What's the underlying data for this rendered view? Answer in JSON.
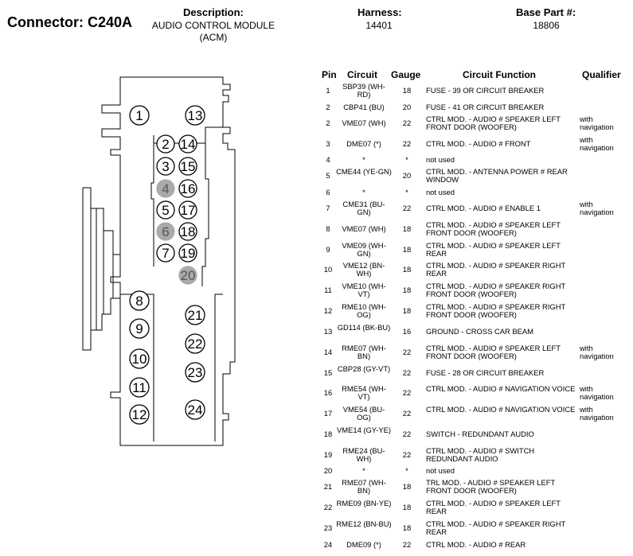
{
  "header": {
    "connector_label": "Connector:",
    "connector_value": "C240A",
    "description_label": "Description:",
    "description_value_line1": "AUDIO CONTROL MODULE",
    "description_value_line2": "(ACM)",
    "harness_label": "Harness:",
    "harness_value": "14401",
    "base_part_label": "Base Part #:",
    "base_part_value": "18806"
  },
  "diagram": {
    "pins": [
      "1",
      "2",
      "3",
      "4",
      "5",
      "6",
      "7",
      "8",
      "9",
      "10",
      "11",
      "12",
      "13",
      "14",
      "15",
      "16",
      "17",
      "18",
      "19",
      "20",
      "21",
      "22",
      "23",
      "24"
    ],
    "shaded_pins": [
      "4",
      "6",
      "20"
    ]
  },
  "table": {
    "headers": {
      "pin": "Pin",
      "circuit": "Circuit",
      "gauge": "Gauge",
      "function": "Circuit Function",
      "qualifier": "Qualifier"
    },
    "rows": [
      {
        "pin": "1",
        "circuit": "SBP39 (WH-RD)",
        "gauge": "18",
        "function": "FUSE - 39 OR CIRCUIT BREAKER",
        "qualifier": ""
      },
      {
        "pin": "2",
        "circuit": "CBP41 (BU)",
        "gauge": "20",
        "function": "FUSE - 41 OR CIRCUIT BREAKER",
        "qualifier": ""
      },
      {
        "pin": "2",
        "circuit": "VME07 (WH)",
        "gauge": "22",
        "function": "CTRL MOD. - AUDIO # SPEAKER LEFT FRONT DOOR (WOOFER)",
        "qualifier": "with navigation"
      },
      {
        "pin": "3",
        "circuit": "DME07 (*)",
        "gauge": "22",
        "function": "CTRL MOD. - AUDIO # FRONT",
        "qualifier": "with navigation"
      },
      {
        "pin": "4",
        "circuit": "*",
        "gauge": "*",
        "function": "not used",
        "qualifier": ""
      },
      {
        "pin": "5",
        "circuit": "CME44 (YE-GN)",
        "gauge": "20",
        "function": "CTRL MOD. - ANTENNA POWER # REAR WINDOW",
        "qualifier": ""
      },
      {
        "pin": "6",
        "circuit": "*",
        "gauge": "*",
        "function": "not used",
        "qualifier": ""
      },
      {
        "pin": "7",
        "circuit": "CME31 (BU-GN)",
        "gauge": "22",
        "function": "CTRL MOD. - AUDIO # ENABLE 1",
        "qualifier": "with navigation"
      },
      {
        "pin": "8",
        "circuit": "VME07 (WH)",
        "gauge": "18",
        "function": "CTRL MOD. - AUDIO # SPEAKER LEFT FRONT DOOR (WOOFER)",
        "qualifier": ""
      },
      {
        "pin": "9",
        "circuit": "VME09 (WH-GN)",
        "gauge": "18",
        "function": "CTRL MOD. - AUDIO # SPEAKER LEFT REAR",
        "qualifier": ""
      },
      {
        "pin": "10",
        "circuit": "VME12 (BN-WH)",
        "gauge": "18",
        "function": "CTRL MOD. - AUDIO # SPEAKER RIGHT REAR",
        "qualifier": ""
      },
      {
        "pin": "11",
        "circuit": "VME10 (WH-VT)",
        "gauge": "18",
        "function": "CTRL MOD. - AUDIO # SPEAKER RIGHT FRONT DOOR (WOOFER)",
        "qualifier": ""
      },
      {
        "pin": "12",
        "circuit": "RME10 (WH-OG)",
        "gauge": "18",
        "function": "CTRL MOD. - AUDIO # SPEAKER RIGHT FRONT DOOR (WOOFER)",
        "qualifier": ""
      },
      {
        "pin": "13",
        "circuit": "GD114 (BK-BU)",
        "gauge": "16",
        "function": "GROUND - CROSS CAR BEAM",
        "qualifier": ""
      },
      {
        "pin": "14",
        "circuit": "RME07 (WH-BN)",
        "gauge": "22",
        "function": "CTRL MOD. - AUDIO # SPEAKER LEFT FRONT DOOR (WOOFER)",
        "qualifier": "with navigation"
      },
      {
        "pin": "15",
        "circuit": "CBP28 (GY-VT)",
        "gauge": "22",
        "function": "FUSE - 28 OR CIRCUIT BREAKER",
        "qualifier": ""
      },
      {
        "pin": "16",
        "circuit": "RME54 (WH-VT)",
        "gauge": "22",
        "function": "CTRL MOD. - AUDIO # NAVIGATION VOICE",
        "qualifier": "with navigation"
      },
      {
        "pin": "17",
        "circuit": "VME54 (BU-OG)",
        "gauge": "22",
        "function": "CTRL MOD. - AUDIO # NAVIGATION VOICE",
        "qualifier": "with navigation"
      },
      {
        "pin": "18",
        "circuit": "VME14 (GY-YE)",
        "gauge": "22",
        "function": "SWITCH - REDUNDANT AUDIO",
        "qualifier": ""
      },
      {
        "pin": "19",
        "circuit": "RME24 (BU-WH)",
        "gauge": "22",
        "function": "CTRL MOD. - AUDIO # SWITCH REDUNDANT AUDIO",
        "qualifier": ""
      },
      {
        "pin": "20",
        "circuit": "*",
        "gauge": "*",
        "function": "not used",
        "qualifier": ""
      },
      {
        "pin": "21",
        "circuit": "RME07 (WH-BN)",
        "gauge": "18",
        "function": "TRL MOD. - AUDIO # SPEAKER LEFT FRONT DOOR (WOOFER)",
        "qualifier": ""
      },
      {
        "pin": "22",
        "circuit": "RME09 (BN-YE)",
        "gauge": "18",
        "function": "CTRL MOD. - AUDIO # SPEAKER LEFT REAR",
        "qualifier": ""
      },
      {
        "pin": "23",
        "circuit": "RME12 (BN-BU)",
        "gauge": "18",
        "function": "CTRL MOD. - AUDIO # SPEAKER RIGHT REAR",
        "qualifier": ""
      },
      {
        "pin": "24",
        "circuit": "DME09 (*)",
        "gauge": "22",
        "function": "CTRL MOD. - AUDIO # REAR",
        "qualifier": ""
      }
    ]
  }
}
